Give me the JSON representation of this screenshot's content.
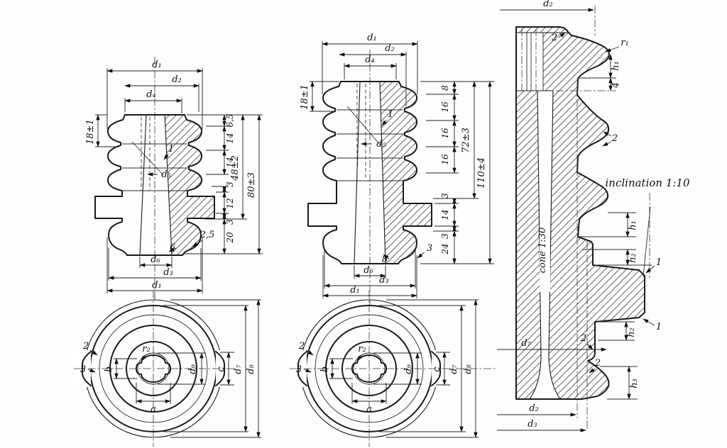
{
  "labels": {
    "v1": {
      "top": [
        "d₁",
        "d₂",
        "d₄"
      ],
      "left": "18±1",
      "right": [
        "6,5",
        "14",
        "14",
        "3",
        "12",
        "3",
        "20"
      ],
      "mid_total": "48±2",
      "total": "80±3",
      "call_glaze": "1",
      "call_bore": "d₅",
      "call_r_inner": "6",
      "call_r_edge": "2,5",
      "bottom": [
        "d₆",
        "d₃",
        "d₁"
      ]
    },
    "v2": {
      "top": [
        "d₁",
        "d₂",
        "d₄"
      ],
      "left": "18±1",
      "right": [
        "8",
        "16",
        "16",
        "16",
        "3",
        "14",
        "3",
        "24"
      ],
      "mid_total": "72±3",
      "total": "110±4",
      "call_glaze": "1",
      "call_bore": "d₅",
      "call_r_inner": "8",
      "call_r_edge": "3",
      "bottom": [
        "d₆",
        "d₃",
        "d₁"
      ]
    },
    "c1": {
      "edge": "2",
      "groove": "3",
      "b": "b",
      "r": "r₂",
      "a": "a",
      "d9": "d₉",
      "c": "c",
      "d7": "d₇",
      "d8": "d₈"
    },
    "c2": {
      "edge": "2",
      "groove": "3",
      "b": "b",
      "r": "r₂",
      "a": "a",
      "d9": "d₉",
      "c": "c",
      "d7": "d₇",
      "d8": "d₈"
    },
    "v3": {
      "d2_top": "d₂",
      "r_top": "2",
      "r1": "r₁",
      "h1_top": "h₁",
      "step4": "4",
      "glaze2": "2",
      "inclination": "inclination 1:10",
      "cone": "cone 1:30",
      "h1": "h₁",
      "h2_up": "h₂",
      "chamfer_top": "1",
      "chamfer_bot": "1",
      "h2_lo": "h₂",
      "r_neck": "2",
      "d7": "d₇",
      "r_foot": "2",
      "h3": "h₃",
      "d2_bot": "d₂",
      "d3_bot": "d₃"
    }
  }
}
